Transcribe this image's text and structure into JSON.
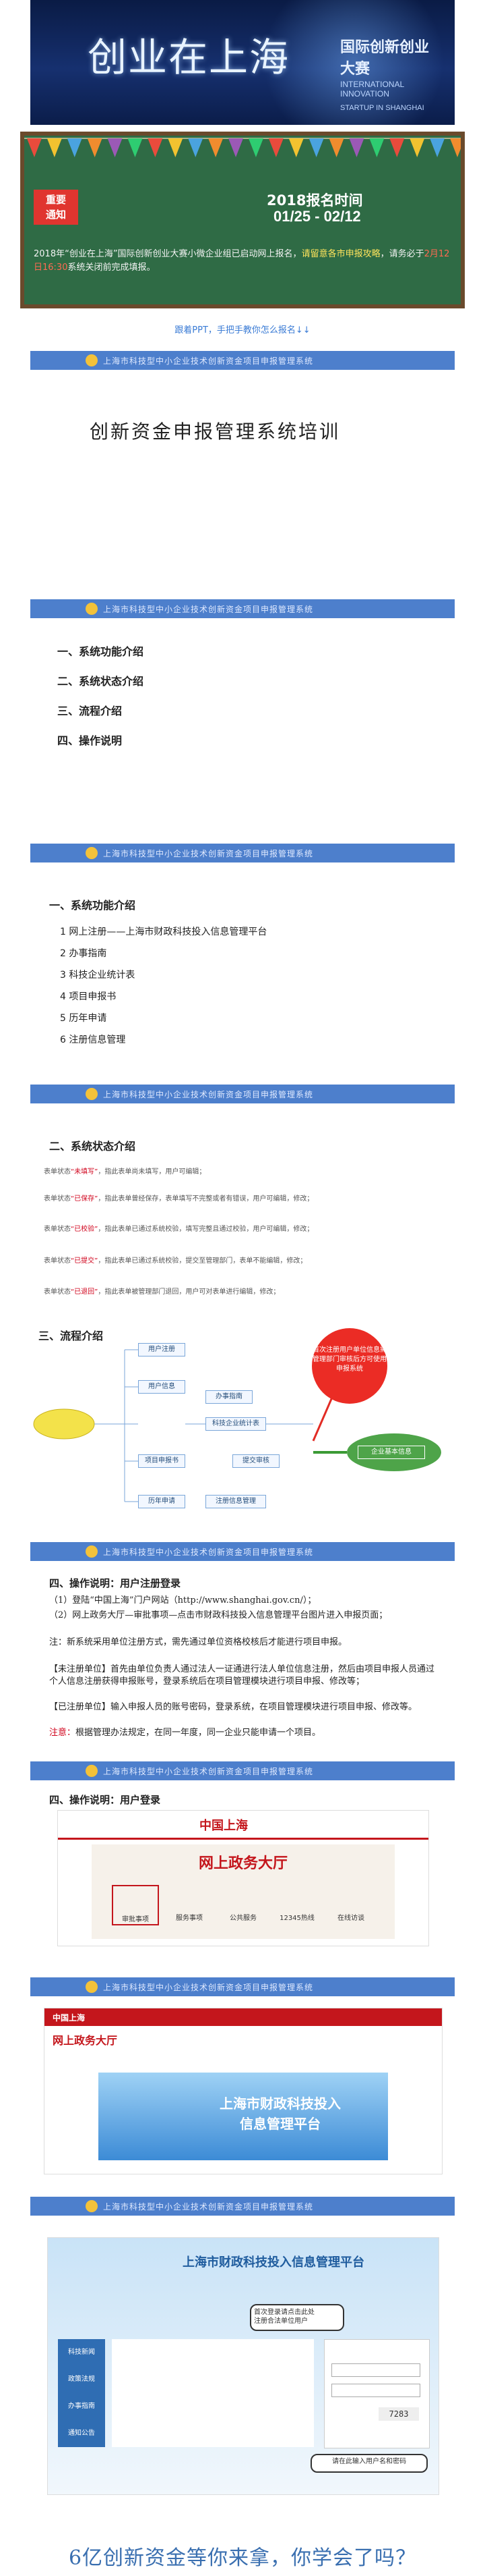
{
  "banner": {
    "title": "创业在上海",
    "logo_main": "国际创新创业大赛",
    "logo_sub": "INTERNATIONAL INNOVATION",
    "logo_en": "STARTUP IN SHANGHAI"
  },
  "notice": {
    "badge_line1": "重要",
    "badge_line2": "通知",
    "time_title": "2018报名时间",
    "time_range": "01/25 - 02/12",
    "text_part1": "2018年“创业在上海”国际创新创业大赛小微企业组已启动网上报名，",
    "text_highlight": "请留意各市申报攻略",
    "text_part2": "，请务必于",
    "text_warn": "2月12日16:30",
    "text_part3": "系统关闭前完成填报。"
  },
  "ppt_link": "跟着PPT，手把手教你怎么报名↓↓",
  "slide_header_text": "上海市科技型中小企业技术创新资金项目申报管理系统",
  "slide1": {
    "title": "创新资金申报管理系统培训"
  },
  "slide2": {
    "items": [
      "一、系统功能介绍",
      "二、系统状态介绍",
      "三、流程介绍",
      "四、操作说明"
    ]
  },
  "slide3": {
    "title": "一、系统功能介绍",
    "items": [
      "1  网上注册——上海市财政科技投入信息管理平台",
      "2  办事指南",
      "3  科技企业统计表",
      "4  项目申报书",
      "5  历年申请",
      "6  注册信息管理"
    ]
  },
  "slide4": {
    "title": "二、系统状态介绍",
    "rows": [
      {
        "pre": "表单状态",
        "state": "“未填写”",
        "post": "，指此表单尚未填写，用户可编辑；"
      },
      {
        "pre": "表单状态",
        "state": "“已保存”",
        "post": "，指此表单曾经保存，表单填写不完整或者有错误，用户可编辑，修改；"
      },
      {
        "pre": "表单状态",
        "state": "“已校验”",
        "post": "，指此表单已通过系统校验，填写完整且通过校验，用户可编辑，修改；"
      },
      {
        "pre": "表单状态",
        "state": "“已提交”",
        "post": "，指此表单已通过系统校验，提交至管理部门，表单不能编辑，修改；"
      },
      {
        "pre": "表单状态",
        "state": "“已退回”",
        "post": "，指此表单被管理部门退回，用户可对表单进行编辑，修改；"
      }
    ]
  },
  "slide5": {
    "title": "三、流程介绍",
    "boxes": [
      "用户注册",
      "用户信息",
      "办事指南",
      "科技企业统计表",
      "项目申报书",
      "提交审核",
      "历年申请",
      "注册信息管理",
      "企业基本信息"
    ],
    "note": "首次注册用户单位信息需管理部门审核后方可使用申报系统"
  },
  "slide6": {
    "title": "四、操作说明：用户注册登录",
    "lines": [
      {
        "text": "（1）登陆“中国上海”门户网站（http://www.shanghai.gov.cn/）；"
      },
      {
        "text": "（2）网上政务大厅—审批事项—点击市财政科技投入信息管理平台图片进入申报页面；"
      },
      {
        "text": "注：新系统采用单位注册方式，需先通过单位资格校核后才能进行项目申报。"
      },
      {
        "text": "【未注册单位】首先由单位负责人通过法人一证通进行法人单位信息注册，然后由项目申报人员通过个人信息注册获得申报账号，登录系统后在项目管理模块进行项目申报、修改等；"
      },
      {
        "text": "【已注册单位】输入申报人员的账号密码，登录系统，在项目管理模块进行项目申报、修改等。"
      },
      {
        "red": "注意：",
        "text": "根据管理办法规定，在同一年度，同一企业只能申请一个项目。"
      }
    ]
  },
  "slide7": {
    "title": "四、操作说明：用户登录",
    "site_name": "中国上海",
    "hall": "网上政务大厅",
    "icons": [
      "审批事项",
      "服务事项",
      "公共服务",
      "12345热线",
      "在线访谈"
    ]
  },
  "slide8": {
    "site_name": "中国上海",
    "hall": "网上政务大厅",
    "platform_l1": "上海市财政科技投入",
    "platform_l2": "信息管理平台"
  },
  "slide9": {
    "platform": "上海市财政科技投入信息管理平台",
    "menu": [
      "科技新闻",
      "政策法规",
      "办事指南",
      "通知公告"
    ],
    "notes": [
      "首次登录请点击此处",
      "注册合法单位用户",
      "请在此输入用户名和密码"
    ],
    "captcha": "7283"
  },
  "footer": "6亿创新资金等你来拿，你学会了吗？",
  "colors": {
    "slide_header": "#4d7fcc",
    "board": "#2f6b45",
    "accent_red": "#eb2c25"
  }
}
